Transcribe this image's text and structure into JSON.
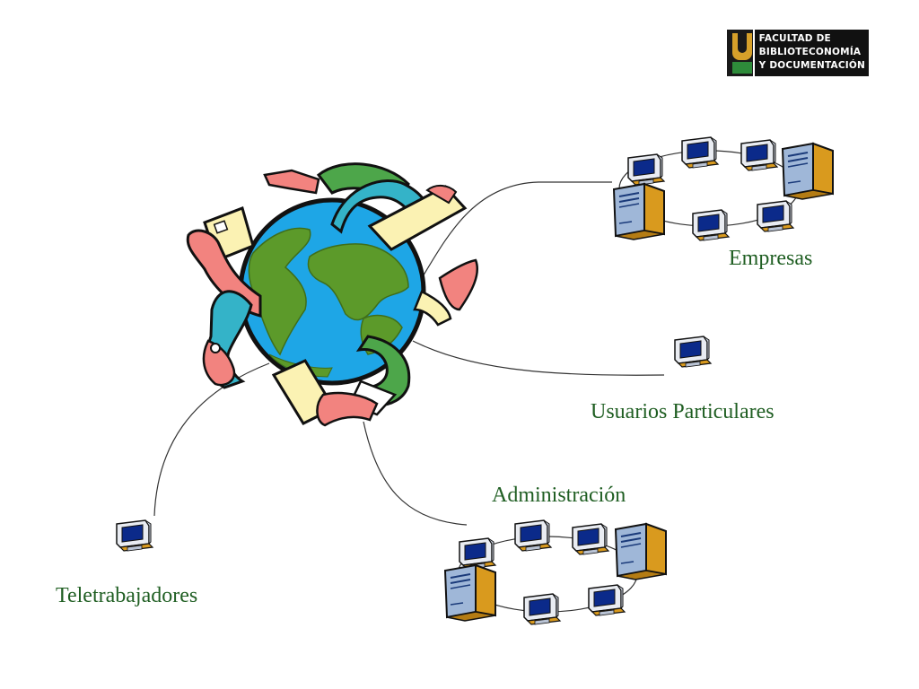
{
  "logo": {
    "lines": [
      "FACULTAD DE",
      "BIBLIOTECONOMÍA",
      "Y DOCUMENTACIÓN"
    ]
  },
  "labels": {
    "empresas": "Empresas",
    "usuarios": "Usuarios Particulares",
    "administracion": "Administración",
    "teletrabajadores": "Teletrabajadores"
  },
  "colors": {
    "label_text": "#1f5e22",
    "ocean": "#1ea6e6",
    "land": "#5c9a2a",
    "monitor_screen": "#0b2a8a",
    "monitor_body": "#e9ecf2",
    "tower_front": "#9fb7d8",
    "tower_side": "#d99a1e",
    "arm_skin": "#f2837f",
    "sleeve_teal": "#34b3c8",
    "sleeve_green": "#4da64a",
    "paper": "#fbf2b3",
    "line": "#333333"
  }
}
